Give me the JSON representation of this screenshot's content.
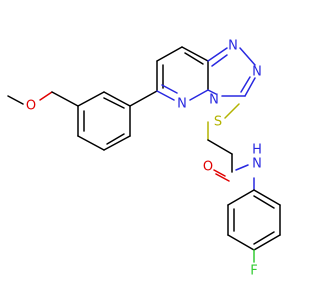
{
  "molecule": {
    "atoms": {
      "n_top": {
        "label": "N",
        "color": "#2828e0"
      },
      "n_right": {
        "label": "N",
        "color": "#2828e0"
      },
      "n_fused": {
        "label": "N",
        "color": "#2828e0"
      },
      "n_pyridazine": {
        "label": "N",
        "color": "#2828e0"
      },
      "o_methoxy": {
        "label": "O",
        "color": "#e00000"
      },
      "s_thioether": {
        "label": "S",
        "color": "#b3b300"
      },
      "o_carbonyl": {
        "label": "O",
        "color": "#e00000"
      },
      "nh_amide": {
        "label": "N",
        "color": "#2828e0"
      },
      "h_amide": {
        "label": "H",
        "color": "#2828e0"
      },
      "f_fluoro": {
        "label": "F",
        "color": "#33cc33"
      }
    }
  }
}
